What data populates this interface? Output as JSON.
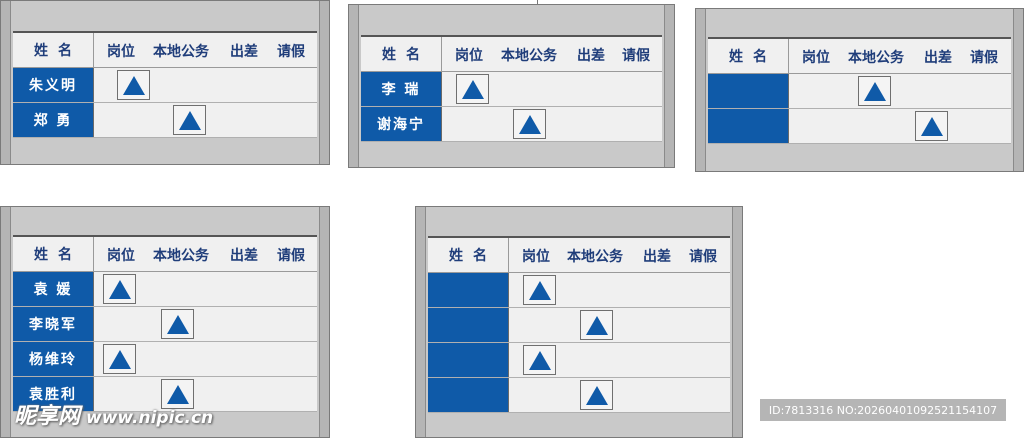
{
  "headers": {
    "name": "姓名",
    "post": "岗位",
    "local": "本地公务",
    "trip": "出差",
    "leave": "请假"
  },
  "boards": [
    {
      "rows": [
        {
          "name": "朱义明",
          "status": "post"
        },
        {
          "name": "郑 勇",
          "status": "local"
        }
      ]
    },
    {
      "rows": [
        {
          "name": "李 瑞",
          "status": "post"
        },
        {
          "name": "谢海宁",
          "status": "local"
        }
      ]
    },
    {
      "rows": [
        {
          "name": "",
          "status": "post"
        },
        {
          "name": "",
          "status": "local"
        }
      ]
    },
    {
      "rows": [
        {
          "name": "袁 媛",
          "status": "post"
        },
        {
          "name": "李晓军",
          "status": "local"
        },
        {
          "name": "杨维玲",
          "status": "post"
        },
        {
          "name": "袁胜利",
          "status": "local"
        }
      ]
    },
    {
      "rows": [
        {
          "name": "",
          "status": "post"
        },
        {
          "name": "",
          "status": "local"
        },
        {
          "name": "",
          "status": "post"
        },
        {
          "name": "",
          "status": "local"
        }
      ]
    }
  ],
  "watermark": {
    "brand": "昵享网",
    "url": "www.nipic.cn"
  },
  "image_id": "ID:7813316 NO:20260401092521154107",
  "colors": {
    "accent": "#0f5aa8",
    "board": "#c9c9c9",
    "panel": "#f0f0f0"
  },
  "icons": {
    "marker": "triangle-up-icon"
  }
}
